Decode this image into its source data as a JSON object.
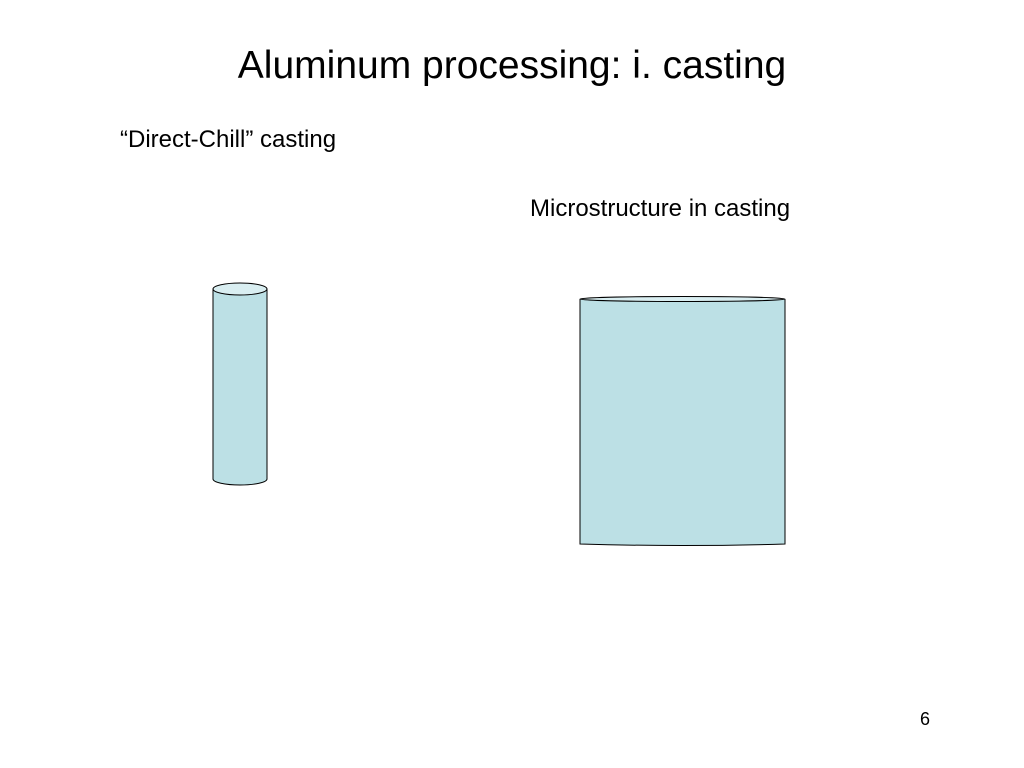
{
  "slide": {
    "title": "Aluminum processing: i. casting",
    "direct_chill_label": "“Direct-Chill” casting",
    "microstructure_label": "Microstructure in casting",
    "page_number": "6"
  },
  "colors": {
    "shape_fill": "#bce0e5",
    "shape_top_fill": "#d9eef1",
    "shape_stroke": "#000000",
    "background": "#ffffff"
  }
}
